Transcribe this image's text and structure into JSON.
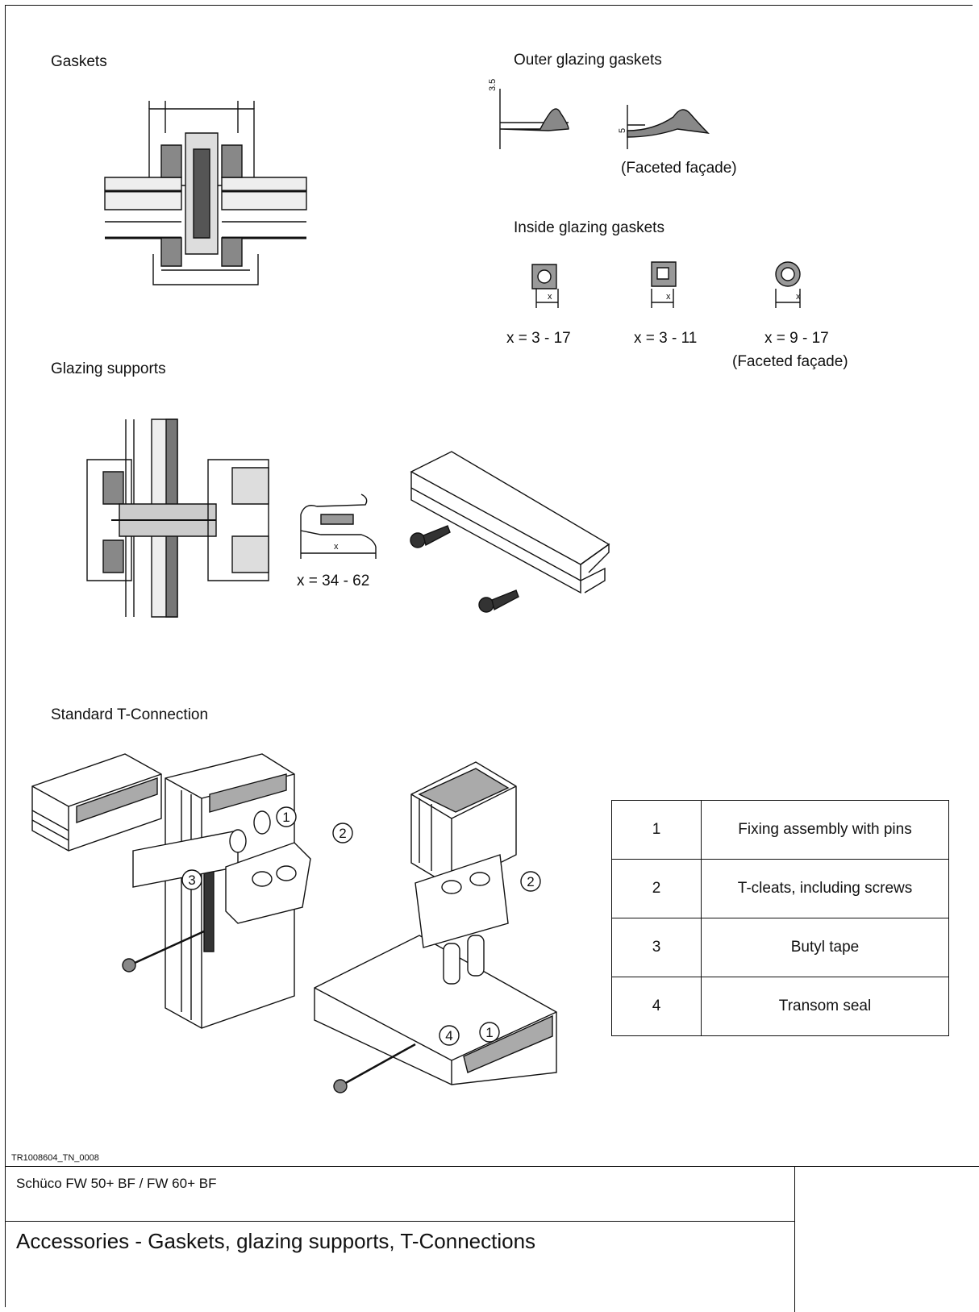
{
  "sections": {
    "gaskets": "Gaskets",
    "outer_gaskets": "Outer glazing gaskets",
    "outer_faceted_note": "(Faceted façade)",
    "outer_dim_a": "3.5",
    "outer_dim_b": "5",
    "inside_gaskets": "Inside glazing gaskets",
    "inside_ranges": [
      {
        "text": "x = 3 - 17",
        "note": ""
      },
      {
        "text": "x = 3 - 11",
        "note": ""
      },
      {
        "text": "x = 9 - 17",
        "note": "(Faceted façade)"
      }
    ],
    "dim_x": "x",
    "glazing_supports": "Glazing supports",
    "support_range": "x = 34 - 62",
    "t_connection": "Standard T-Connection"
  },
  "callouts": [
    "1",
    "2",
    "3",
    "1",
    "2",
    "4"
  ],
  "legend": [
    {
      "num": "1",
      "desc": "Fixing assembly with pins"
    },
    {
      "num": "2",
      "desc": "T-cleats, including screws"
    },
    {
      "num": "3",
      "desc": "Butyl tape"
    },
    {
      "num": "4",
      "desc": "Transom seal"
    }
  ],
  "drawing_ref": "TR1008604_TN_0008",
  "title_block": {
    "system": "Schüco FW 50+ BF / FW 60+ BF",
    "title": "Accessories - Gaskets, glazing supports, T-Connections"
  }
}
